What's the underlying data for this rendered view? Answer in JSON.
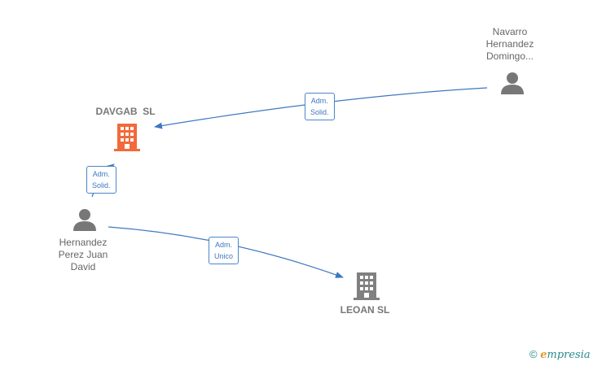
{
  "nodes": {
    "navarro": {
      "label_lines": [
        "Navarro",
        "Hernandez",
        "Domingo..."
      ],
      "type": "person"
    },
    "davgab": {
      "label": "DAVGAB  SL",
      "type": "company",
      "color": "#f26a3b"
    },
    "hernandez": {
      "label_lines": [
        "Hernandez",
        "Perez Juan",
        "David"
      ],
      "type": "person"
    },
    "leoan": {
      "label": "LEOAN SL",
      "type": "company",
      "color": "#808080"
    }
  },
  "edges": [
    {
      "from": "navarro",
      "to": "davgab",
      "label_lines": [
        "Adm.",
        "Solid."
      ]
    },
    {
      "from": "hernandez",
      "to": "davgab",
      "label_lines": [
        "Adm.",
        "Solid."
      ]
    },
    {
      "from": "hernandez",
      "to": "leoan",
      "label_lines": [
        "Adm.",
        "Unico"
      ]
    }
  ],
  "brand": {
    "copyright": "©",
    "e": "e",
    "rest": "mpresia"
  },
  "colors": {
    "edge": "#3d78c0",
    "person": "#777777"
  }
}
